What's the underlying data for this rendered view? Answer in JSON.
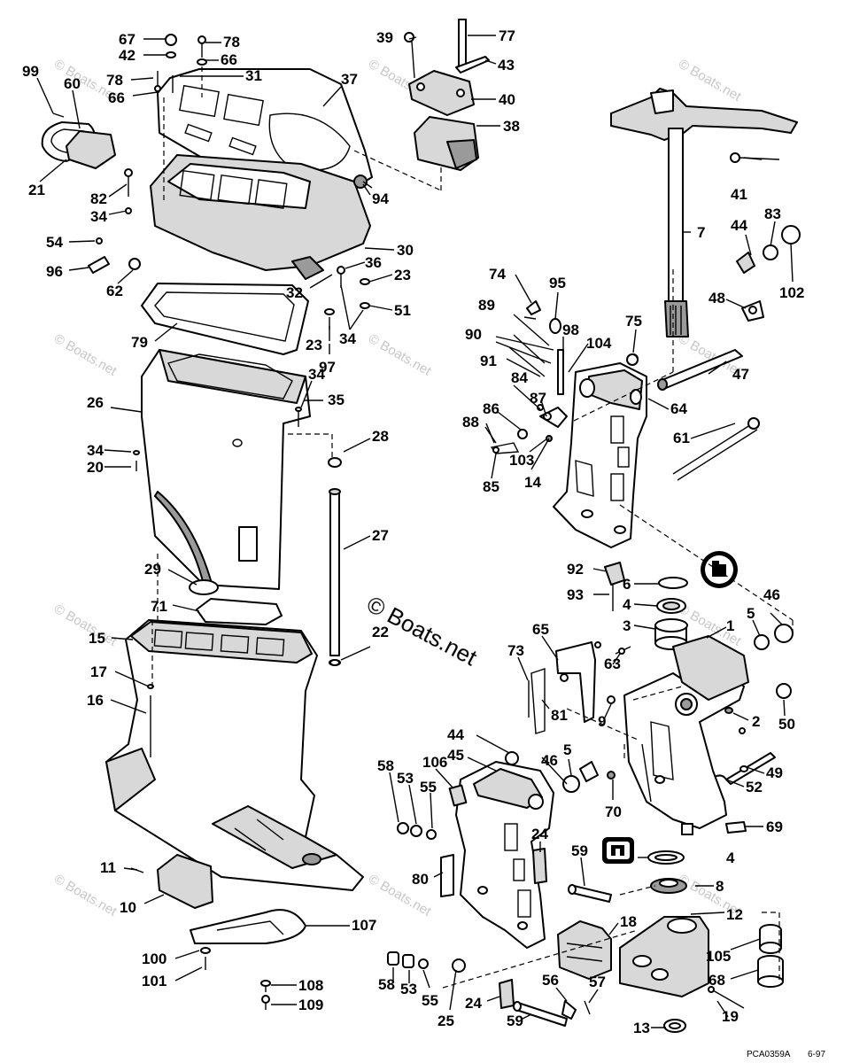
{
  "watermark": {
    "small_text": "© Boats.net",
    "main_text": "© Boats.net"
  },
  "footer": {
    "drawing_code": "PCA0359A",
    "date_code": "6-97"
  },
  "callouts": {
    "n1": "1",
    "n2": "2",
    "n3": "3",
    "n4a": "4",
    "n4b": "4",
    "n5a": "5",
    "n5b": "5",
    "n6": "6",
    "n7": "7",
    "n8": "8",
    "n9": "9",
    "n10": "10",
    "n11": "11",
    "n12": "12",
    "n13": "13",
    "n14": "14",
    "n15": "15",
    "n16": "16",
    "n17": "17",
    "n18": "18",
    "n19": "19",
    "n20": "20",
    "n21": "21",
    "n22": "22",
    "n23a": "23",
    "n23b": "23",
    "n24a": "24",
    "n24b": "24",
    "n25": "25",
    "n26": "26",
    "n27": "27",
    "n28": "28",
    "n29": "29",
    "n30": "30",
    "n31": "31",
    "n32": "32",
    "n34a": "34",
    "n34b": "34",
    "n34c": "34",
    "n34d": "34",
    "n35": "35",
    "n36": "36",
    "n37": "37",
    "n38": "38",
    "n39": "39",
    "n40": "40",
    "n41": "41",
    "n42": "42",
    "n43": "43",
    "n44a": "44",
    "n44b": "44",
    "n45": "45",
    "n46a": "46",
    "n46b": "46",
    "n47": "47",
    "n48": "48",
    "n49": "49",
    "n50": "50",
    "n51": "51",
    "n52": "52",
    "n53a": "53",
    "n53b": "53",
    "n54": "54",
    "n55a": "55",
    "n55b": "55",
    "n56": "56",
    "n57": "57",
    "n58a": "58",
    "n58b": "58",
    "n59a": "59",
    "n59b": "59",
    "n60": "60",
    "n61": "61",
    "n62": "62",
    "n63": "63",
    "n64": "64",
    "n65": "65",
    "n66a": "66",
    "n66b": "66",
    "n67": "67",
    "n68": "68",
    "n69": "69",
    "n70": "70",
    "n71": "71",
    "n73": "73",
    "n74": "74",
    "n75": "75",
    "n77": "77",
    "n78a": "78",
    "n78b": "78",
    "n79": "79",
    "n80": "80",
    "n81": "81",
    "n82": "82",
    "n83": "83",
    "n84": "84",
    "n85": "85",
    "n86": "86",
    "n87": "87",
    "n88": "88",
    "n89": "89",
    "n90": "90",
    "n91": "91",
    "n92": "92",
    "n93": "93",
    "n94": "94",
    "n95": "95",
    "n96": "96",
    "n97": "97",
    "n98": "98",
    "n99": "99",
    "n100": "100",
    "n101": "101",
    "n102": "102",
    "n103": "103",
    "n104": "104",
    "n105": "105",
    "n106": "106",
    "n107": "107",
    "n108": "108",
    "n109": "109"
  },
  "colors": {
    "line": "#000000",
    "paper": "#ffffff",
    "watermark": "#b9b9b9"
  }
}
